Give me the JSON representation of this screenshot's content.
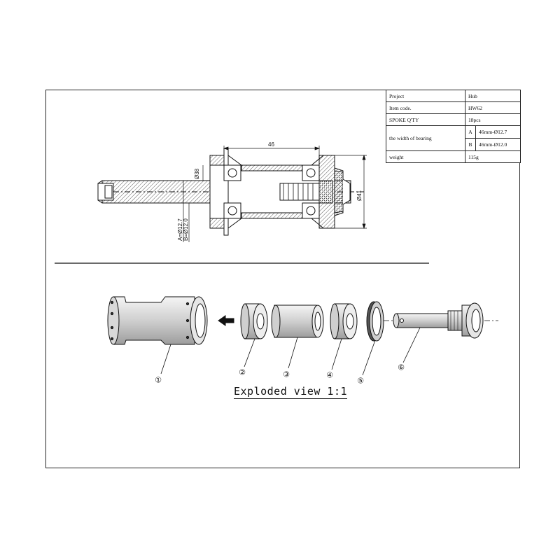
{
  "title_block": {
    "project_label": "Project",
    "project_value": "Hub",
    "item_code_label": "Item code.",
    "item_code_value": "HW62",
    "spoke_label": "SPOKE Q'TY",
    "spoke_value": "18pcs",
    "bearing_label": "the width of bearing",
    "bearing_a_key": "A",
    "bearing_a_value": "46mm-Ø12.7",
    "bearing_b_key": "B",
    "bearing_b_value": "46mm-Ø12.0",
    "weight_label": "weight",
    "weight_value": "115g"
  },
  "section_view": {
    "dim_width": "46",
    "dim_inner_diameter": "Ø38",
    "dim_outer_diameter": "Ø41",
    "dim_axle_a": "A=Ø12.7",
    "dim_axle_b": "B=Ø12.0"
  },
  "exploded_view": {
    "caption": "Exploded view 1:1",
    "part_labels": [
      "①",
      "②",
      "③",
      "④",
      "⑤",
      "⑥"
    ]
  }
}
